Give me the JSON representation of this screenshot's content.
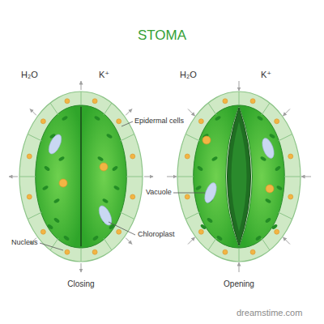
{
  "diagram": {
    "title": "STOMA",
    "labels": [
      "H₂O",
      "K⁺",
      "H₂O",
      "K⁺",
      "Epidermal cells",
      "Vacuole",
      "Nucleus",
      "Chloroplast",
      "Closing",
      "Opening",
      "dreamstime.com"
    ]
  }
}
